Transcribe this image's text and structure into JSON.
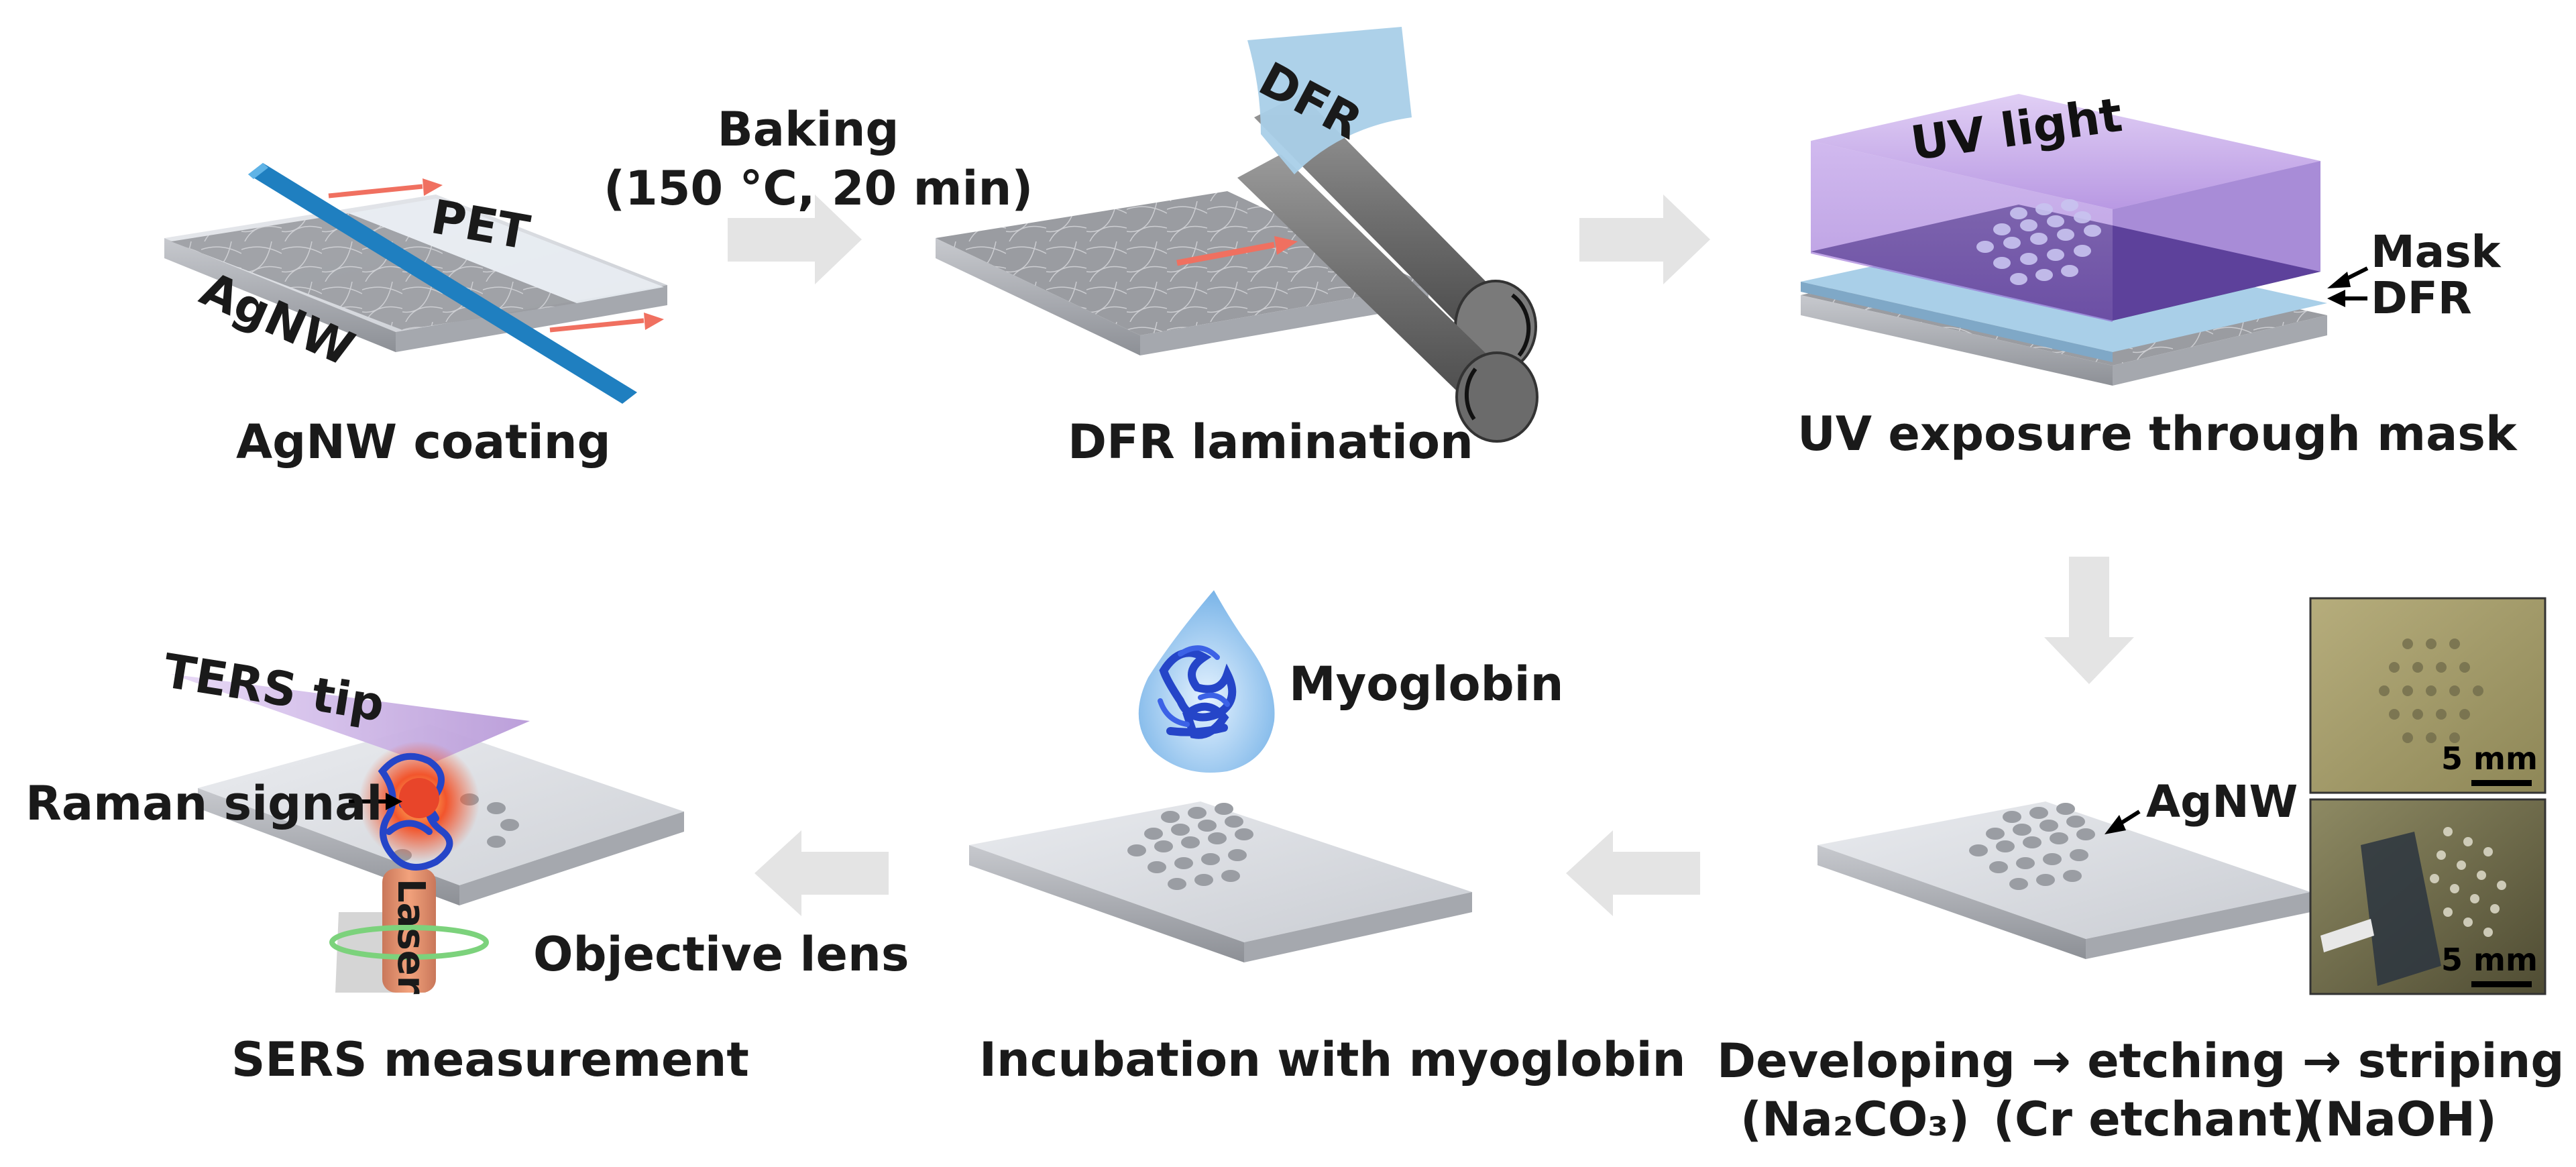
{
  "steps": [
    {
      "id": "coating",
      "caption": "AgNW coating"
    },
    {
      "id": "lamination",
      "caption": "DFR lamination"
    },
    {
      "id": "uv",
      "caption": "UV exposure through mask"
    },
    {
      "id": "developing",
      "caption": "Developing → etching → striping"
    },
    {
      "id": "incubation",
      "caption": "Incubation with myoglobin"
    },
    {
      "id": "sers",
      "caption": "SERS measurement"
    }
  ],
  "reagents": {
    "developer": "(Na₂CO₃)",
    "etchant": "(Cr etchant)",
    "stripper": "(NaOH)"
  },
  "labels": {
    "agnw": "AgNW",
    "pet": "PET",
    "baking_line1": "Baking",
    "baking_line2": "(150 °C, 20 min)",
    "dfr": "DFR",
    "uv_light": "UV light",
    "mask": "Mask",
    "dfr_layer": "DFR",
    "agnw_dots": "AgNW",
    "myoglobin": "Myoglobin",
    "ters_tip": "TERS tip",
    "raman_signal": "Raman signal",
    "laser": "Laser",
    "objective_lens": "Objective lens"
  },
  "photos": {
    "scale_top": "5 mm",
    "scale_bottom": "5 mm"
  },
  "colors": {
    "arrow": "#e6e6e6",
    "rod": "#1f7fc0",
    "direction_arrow": "#f07060",
    "uv": "#9c6fd6",
    "dfr_film": "#a9cfe8",
    "protein": "#2545c8",
    "drop": "#8fc3ee",
    "laser": "#e8926a",
    "lens_ring": "#7cd27c"
  }
}
